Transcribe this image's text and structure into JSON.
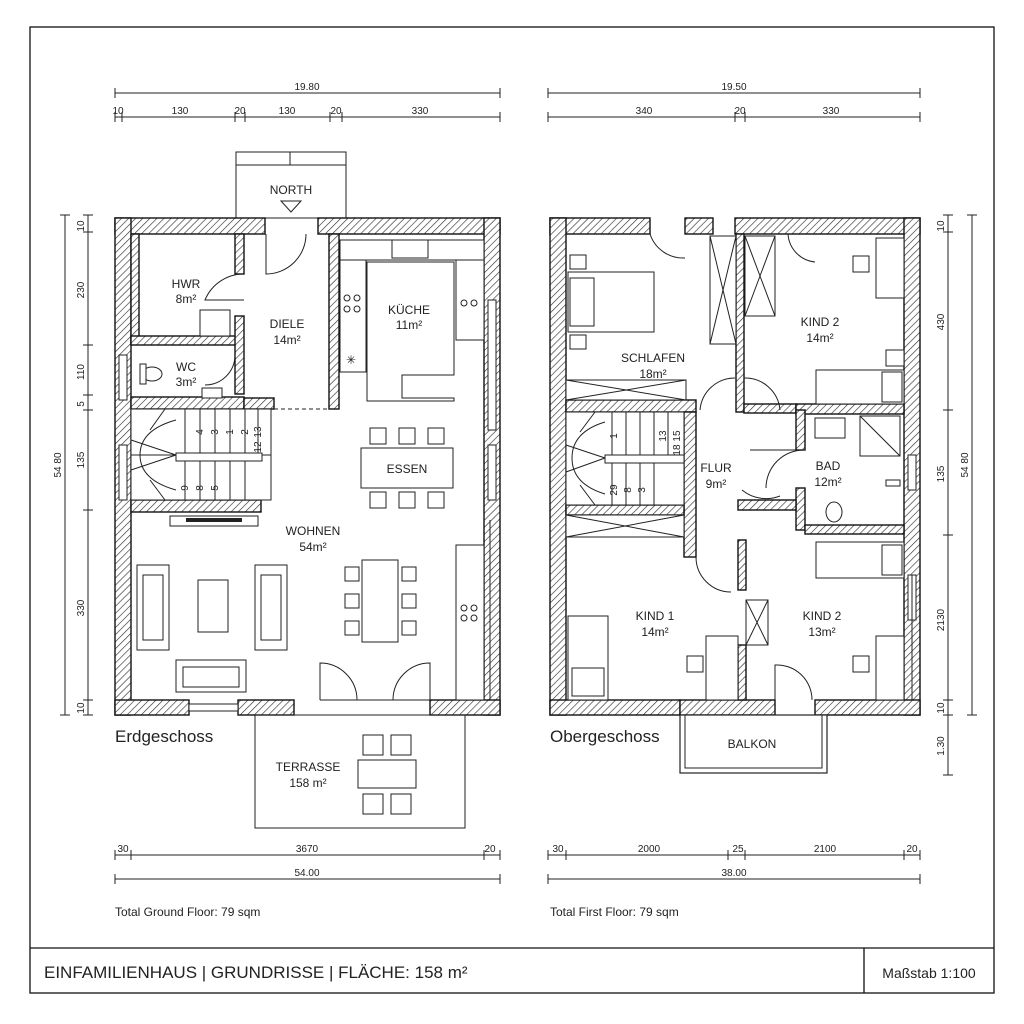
{
  "title_block": {
    "title": "EINFAMILIENHAUS | GRUNDRISSE | FLÄCHE: 158 m²",
    "scale": "Maßstab 1:100"
  },
  "ground_floor": {
    "name": "Erdgeschoss",
    "total": "Total Ground Floor: 79 sqm",
    "north": "NORTH",
    "rooms": {
      "hwr": {
        "name": "HWR",
        "area": "8m²"
      },
      "diele": {
        "name": "DIELE",
        "area": "14m²"
      },
      "kueche": {
        "name": "KÜCHE",
        "area": "11m²"
      },
      "wc": {
        "name": "WC",
        "area": "3m²"
      },
      "essen": {
        "name": "ESSEN"
      },
      "wohnen": {
        "name": "WOHNEN",
        "area": "54m²"
      },
      "terrasse": {
        "name": "TERRASSE",
        "area": "158 m²"
      }
    },
    "dims": {
      "top_total": "19.80",
      "top_segments": [
        "10",
        "130",
        "20",
        "130",
        "20",
        "330"
      ],
      "left_total": "54 80",
      "left_segments": [
        "10",
        "230",
        "110",
        "5",
        "135",
        "330",
        "10"
      ],
      "bottom_segments": [
        "30",
        "3670",
        "20"
      ],
      "bottom_total": "54.00"
    },
    "stairs": [
      "1",
      "2",
      "3",
      "4",
      "13",
      "12",
      "9",
      "8",
      "5"
    ]
  },
  "first_floor": {
    "name": "Obergeschoss",
    "total": "Total First Floor: 79 sqm",
    "rooms": {
      "schlafen": {
        "name": "SCHLAFEN",
        "area": "18m²"
      },
      "kind2_top": {
        "name": "KIND 2",
        "area": "14m²"
      },
      "flur": {
        "name": "FLUR",
        "area": "9m²"
      },
      "bad": {
        "name": "BAD",
        "area": "12m²"
      },
      "kind1": {
        "name": "KIND 1",
        "area": "14m²"
      },
      "kind2_bottom": {
        "name": "KIND 2",
        "area": "13m²"
      },
      "balkon": {
        "name": "BALKON"
      }
    },
    "dims": {
      "top_total": "19.50",
      "top_segments": [
        "340",
        "20",
        "330"
      ],
      "right_total": "54 80",
      "right_segments": [
        "10",
        "430",
        "135",
        "2130",
        "10",
        "1.30"
      ],
      "bottom_segments": [
        "30",
        "2000",
        "25",
        "2100",
        "20"
      ],
      "bottom_total": "38.00"
    },
    "stairs": [
      "1",
      "13",
      "15",
      "18",
      "29",
      "8",
      "3"
    ]
  }
}
